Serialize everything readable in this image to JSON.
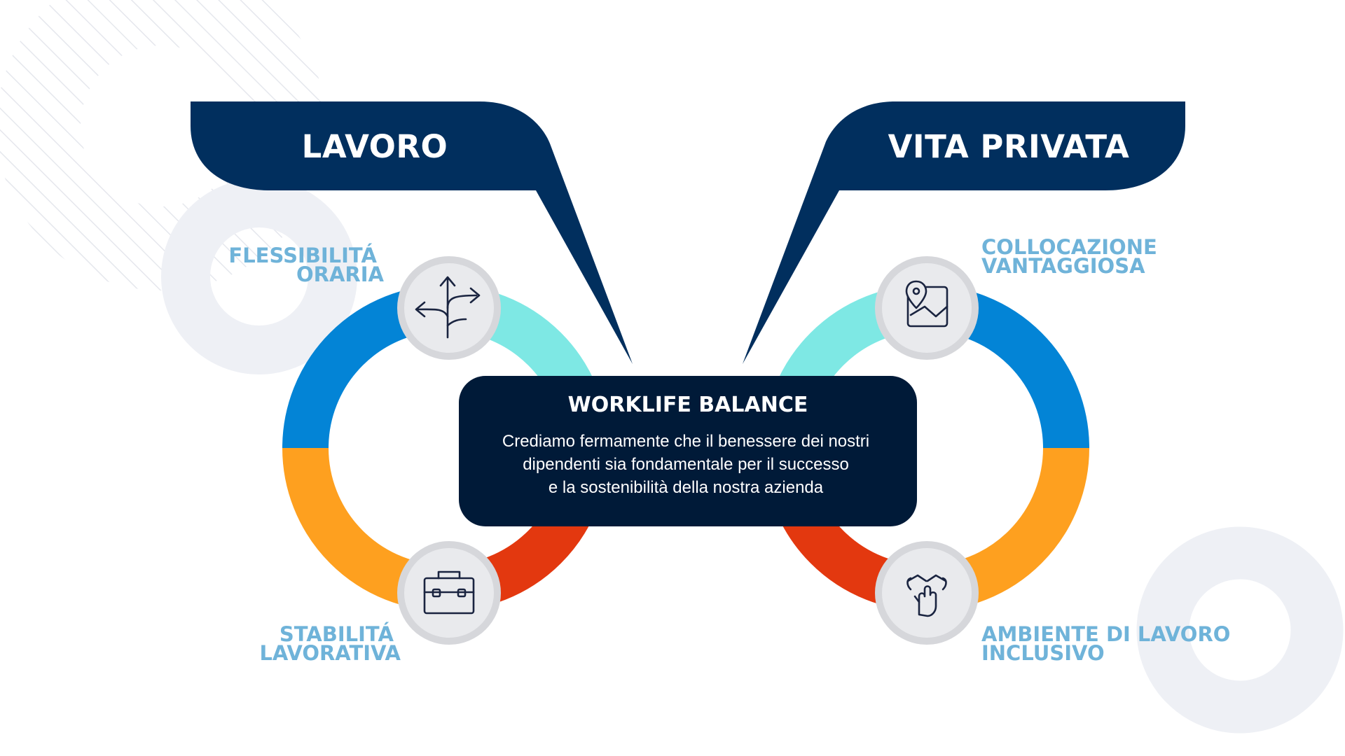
{
  "headings": {
    "work": "LAVORO",
    "life": "VITA PRIVATA"
  },
  "center": {
    "title": "WORKLIFE BALANCE",
    "lines": [
      "Crediamo fermamente che il benessere dei nostri",
      "dipendenti sia fondamentale per il successo",
      "e la sostenibilità della nostra azienda"
    ]
  },
  "labels": {
    "flex": [
      "FLESSIBILITÁ",
      "ORARIA"
    ],
    "stability": [
      "STABILITÁ",
      "LAVORATIVA"
    ],
    "location": [
      "COLLOCAZIONE",
      "VANTAGGIOSA"
    ],
    "inclusive": [
      "AMBIENTE DI LAVORO",
      "INCLUSIVO"
    ]
  },
  "icons": {
    "flex": "direction-arrows-icon",
    "stability": "briefcase-icon",
    "location": "map-pin-icon",
    "inclusive": "hands-together-icon"
  },
  "colors": {
    "navy": "#012f5e",
    "dark_box": "#001a38",
    "blue": "#0384d6",
    "cyan": "#7ee8e4",
    "orange": "#fea01f",
    "red": "#e3380f",
    "label": "#6fb3d9",
    "icon_circle": "#e6e7ea"
  }
}
